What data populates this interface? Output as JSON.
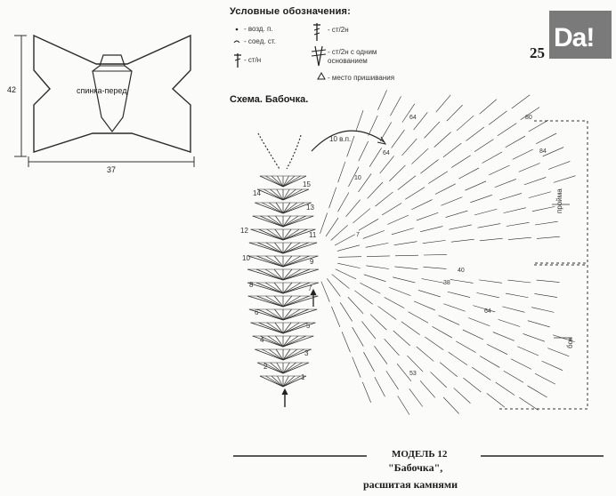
{
  "pattern_sketch": {
    "front_label": "спинка-перед",
    "height_label": "42",
    "width_label": "37"
  },
  "legend": {
    "title": "Условные обозначения:",
    "items": [
      "- возд. п.",
      "- соед. ст.",
      "- ст/н",
      "- ст/2н",
      "- ст/2н с одним основанием",
      "- место пришивания"
    ]
  },
  "scheme": {
    "title": "Схема. Бабочка.",
    "chain_label": "10 в.п.",
    "hem_label": "пройма",
    "side_label": "бок",
    "left_row_numbers": [
      "14",
      "12",
      "10",
      "8",
      "6",
      "4",
      "2"
    ],
    "right_row_numbers": [
      "15",
      "13",
      "11",
      "9",
      "7",
      "5",
      "3",
      "1"
    ],
    "wing_numbers": [
      "15",
      "64",
      "64",
      "10",
      "7",
      "38",
      "40",
      "53",
      "64",
      "80",
      "84"
    ]
  },
  "badge": {
    "page_number": "25",
    "logo_text": "Da!"
  },
  "caption": {
    "model": "МОДЕЛЬ 12",
    "name": "\"Бабочка\",",
    "subtitle": "расшитая камнями"
  }
}
